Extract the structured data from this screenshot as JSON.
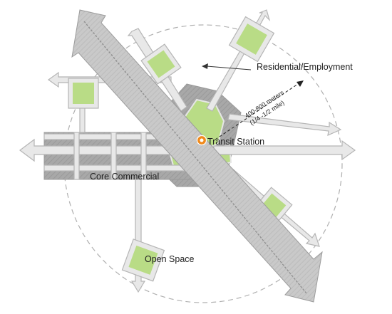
{
  "labels": {
    "residential_employment": "Residential/Employment",
    "transit_station": "Transit Station",
    "core_commercial": "Core Commercial",
    "open_space": "Open Space",
    "radius_meters": "400-800 meters",
    "radius_miles": "(1/4 -1/2 mile)"
  },
  "colors": {
    "street": "#e8e8e8",
    "street_outline": "#b5b5b5",
    "core": "#a9a9a9",
    "green": "#b9dc86",
    "transit_line": "#8e8e8e",
    "station": "#f08a1c",
    "boundary": "#b0b0b0"
  }
}
